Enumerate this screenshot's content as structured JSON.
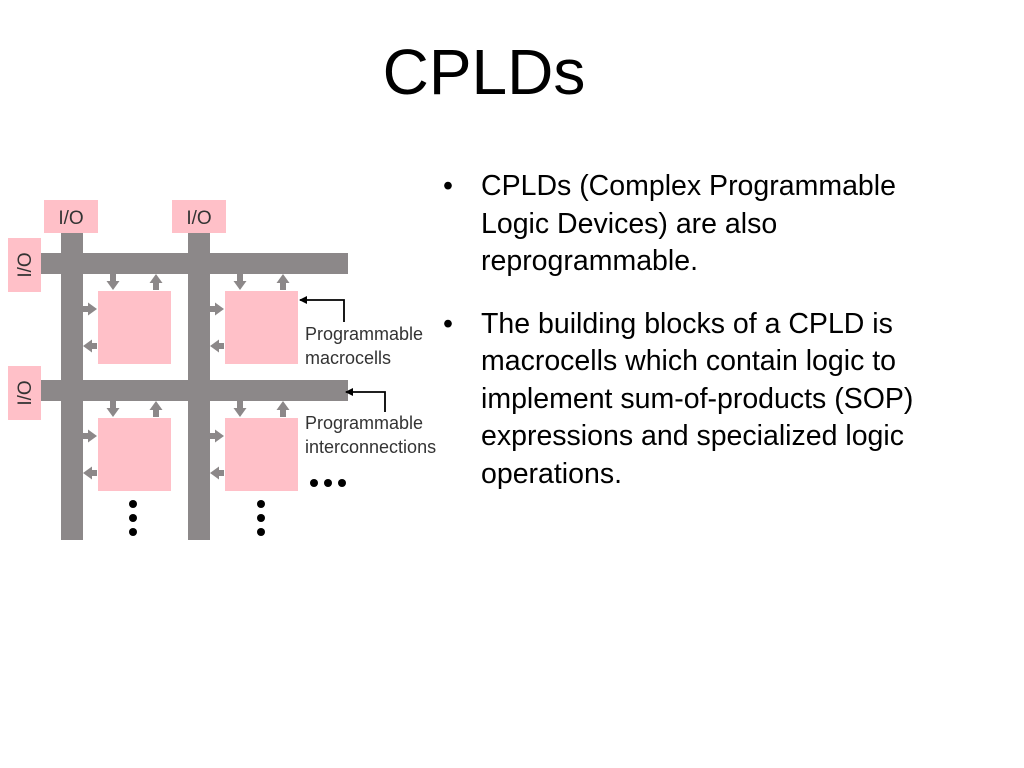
{
  "slide": {
    "title": "CPLDs",
    "bullets": [
      {
        "marker": "•",
        "text": "CPLDs (Complex Programmable Logic Devices) are also reprogrammable."
      },
      {
        "marker": "•",
        "text": "The building blocks of a CPLD is macrocells which contain logic to implement sum-of-products (SOP) expressions and specialized logic operations."
      }
    ]
  },
  "diagram": {
    "io_label": "I/O",
    "macrocell_label_line1": "Programmable",
    "macrocell_label_line2": "macrocells",
    "interconnect_label_line1": "Programmable",
    "interconnect_label_line2": "interconnections",
    "colors": {
      "bus": "#8c8889",
      "macrocell": "#ffc0c8",
      "io_block": "#ffc0c8",
      "label_text": "#333333"
    }
  }
}
